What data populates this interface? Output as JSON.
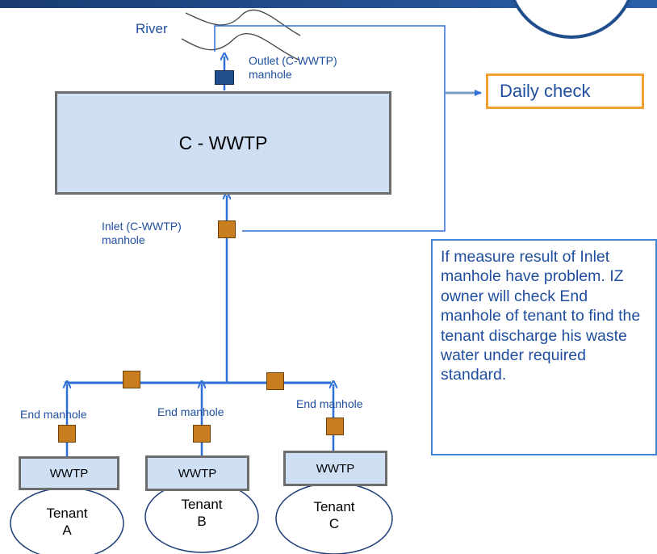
{
  "header": {
    "bar_color": "#1f4e8c"
  },
  "river": {
    "label": "River"
  },
  "outlet": {
    "label_line1": "Outlet (C-WWTP)",
    "label_line2": "manhole"
  },
  "daily_check": {
    "label": "Daily check",
    "border_color": "#f0a030"
  },
  "central_plant": {
    "label": "C - WWTP",
    "fill": "#cfe0f5"
  },
  "inlet": {
    "label_line1": "Inlet (C-WWTP)",
    "label_line2": "manhole"
  },
  "note": {
    "text": "If measure result of Inlet manhole have problem. IZ owner will check End manhole of tenant to find the tenant discharge his waste water under required standard."
  },
  "tenants": [
    {
      "end_label": "End manhole",
      "plant_label": "WWTP",
      "tenant_line1": "Tenant",
      "tenant_line2": "A"
    },
    {
      "end_label": "End manhole",
      "plant_label": "WWTP",
      "tenant_line1": "Tenant",
      "tenant_line2": "B"
    },
    {
      "end_label": "End manhole",
      "plant_label": "WWTP",
      "tenant_line1": "Tenant",
      "tenant_line2": "C"
    }
  ],
  "colors": {
    "line": "#2f6fd6",
    "manhole": "#c87d1f",
    "outlet_manhole": "#1f4e8c",
    "text_blue": "#1f4e9e"
  }
}
